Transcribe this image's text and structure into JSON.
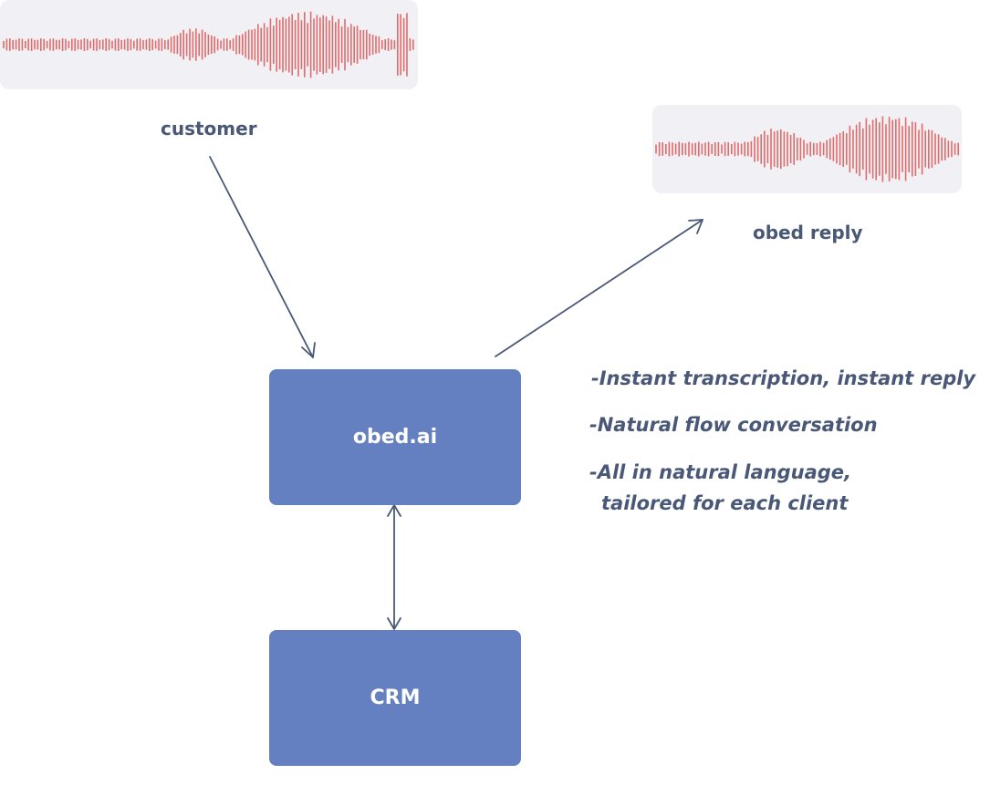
{
  "diagram": {
    "customer_label": "customer",
    "reply_label": "obed reply",
    "engine_label": "obed.ai",
    "crm_label": "CRM",
    "features": [
      "-Instant transcription, instant reply",
      "-Natural flow conversation",
      "-All in natural language,",
      "tailored for each client"
    ]
  },
  "colors": {
    "box_fill": "#6480c0",
    "box_text": "#ffffff",
    "label_text": "#4a5877",
    "waveform": "#e06b6b",
    "wave_panel": "#f1f0f5",
    "arrow": "#4a5877"
  }
}
